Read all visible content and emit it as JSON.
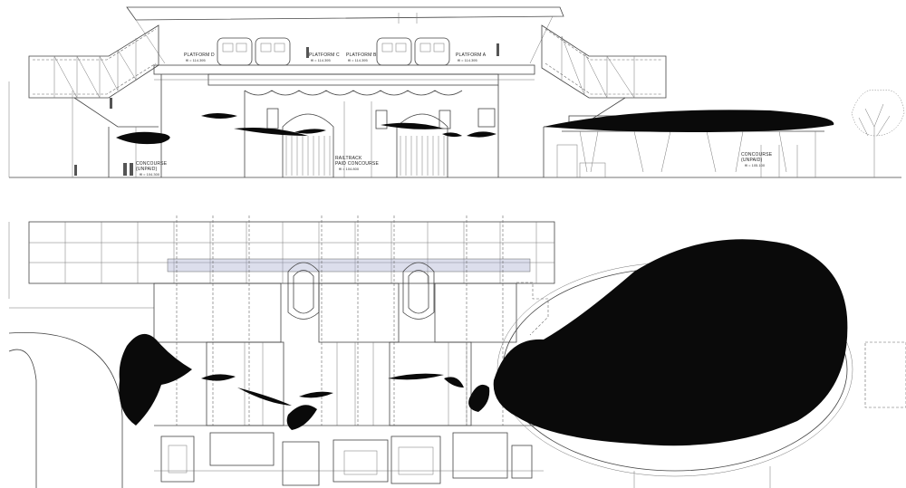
{
  "section": {
    "platforms": [
      {
        "name": "PLATFORM D",
        "level": "ffl = 114.395"
      },
      {
        "name": "PLATFORM C",
        "level": "ffl = 114.395"
      },
      {
        "name": "PLATFORM B",
        "level": "ffl = 114.395"
      },
      {
        "name": "PLATFORM A",
        "level": "ffl = 114.395"
      }
    ],
    "concourse_left": {
      "line1": "CONCOURSE",
      "line2": "(UNPAID)",
      "level": "ffl = 104.300"
    },
    "concourse_mid": {
      "line1": "RAILTRACK",
      "line2": "PAID CONCOURSE",
      "level": "ffl = 104.800"
    },
    "concourse_right": {
      "line1": "CONCOURSE",
      "line2": "(UNPAID)",
      "level": "ffl = 105.100"
    }
  },
  "colors": {
    "ink": "#0a0a0a",
    "line": "#444444",
    "paper": "#ffffff",
    "glazing": "#9aa0c8"
  }
}
